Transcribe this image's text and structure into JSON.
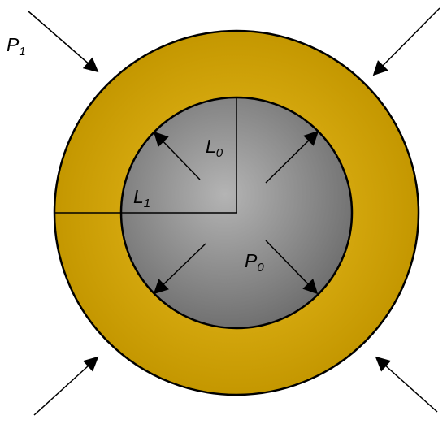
{
  "labels": {
    "outer_pressure": {
      "base": "P",
      "sub": "1"
    },
    "inner_pressure": {
      "base": "P",
      "sub": "0"
    },
    "inner_radius": {
      "base": "L",
      "sub": "0"
    },
    "outer_radius": {
      "base": "L",
      "sub": "1"
    }
  },
  "colors": {
    "outer_ring_center": "#ecc022",
    "outer_ring_edge": "#c49700",
    "inner_core_center": "#b4b4b4",
    "inner_core_edge": "#6e6e6e",
    "line": "#000000",
    "background": "#ffffff"
  }
}
